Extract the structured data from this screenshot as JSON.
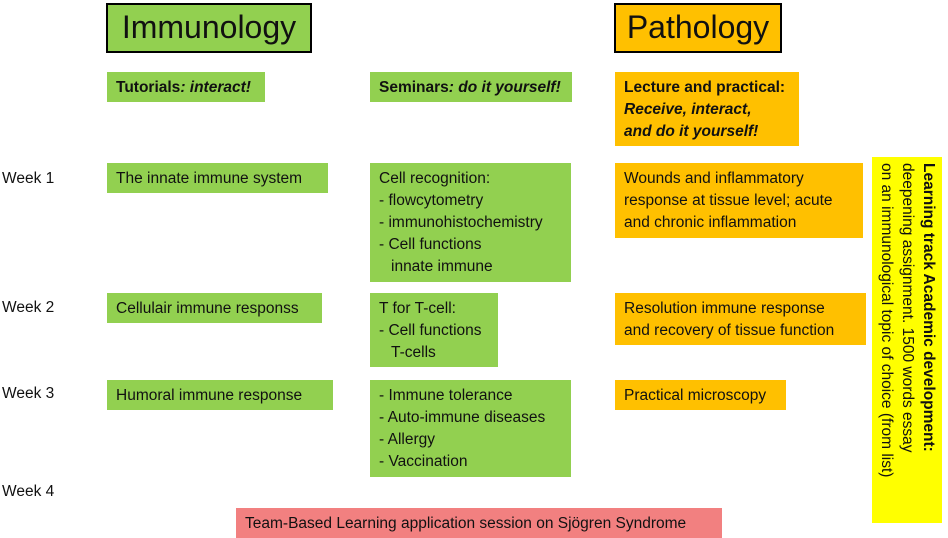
{
  "columns": {
    "immunology": {
      "title": "Immunology",
      "header_lead": "Tutorials",
      "header_rest": ": interact!"
    },
    "seminars": {
      "header_lead": "Seminars",
      "header_rest": ": do it yourself!"
    },
    "pathology": {
      "title": "Pathology",
      "header_lines": [
        "Lecture and practical:",
        "Receive, interact,",
        "and do it yourself!"
      ]
    }
  },
  "weeks": [
    "Week 1",
    "Week 2",
    "Week 3",
    "Week 4"
  ],
  "tutorials": [
    "The innate immune system",
    "Cellulair immune responss",
    "Humoral immune response"
  ],
  "seminars": [
    {
      "lines": [
        "Cell recognition:",
        "- flowcytometry",
        "- immunohistochemistry",
        "- Cell functions",
        "innate immune"
      ]
    },
    {
      "lines": [
        "T for T-cell:",
        "- Cell functions",
        "T-cells"
      ]
    },
    {
      "lines": [
        "- Immune tolerance",
        "- Auto-immune diseases",
        "- Allergy",
        "- Vaccination"
      ]
    }
  ],
  "pathology_items": [
    {
      "lines": [
        "Wounds and inflammatory",
        "response at tissue level; acute",
        "and chronic inflammation"
      ]
    },
    {
      "lines": [
        "Resolution immune response",
        "and recovery of tissue function"
      ]
    },
    {
      "lines": [
        "Practical microscopy"
      ]
    }
  ],
  "learning_track": {
    "title": "Learning track Academic development:",
    "lines": [
      "deepening assignment. 1500 words essay",
      "on an immunological topic of choice (from list)"
    ]
  },
  "team_session": "Team-Based Learning application session on Sjögren Syndrome",
  "colors": {
    "green": "#92d050",
    "orange": "#ffc000",
    "yellow": "#ffff00",
    "pink": "#f28080"
  }
}
